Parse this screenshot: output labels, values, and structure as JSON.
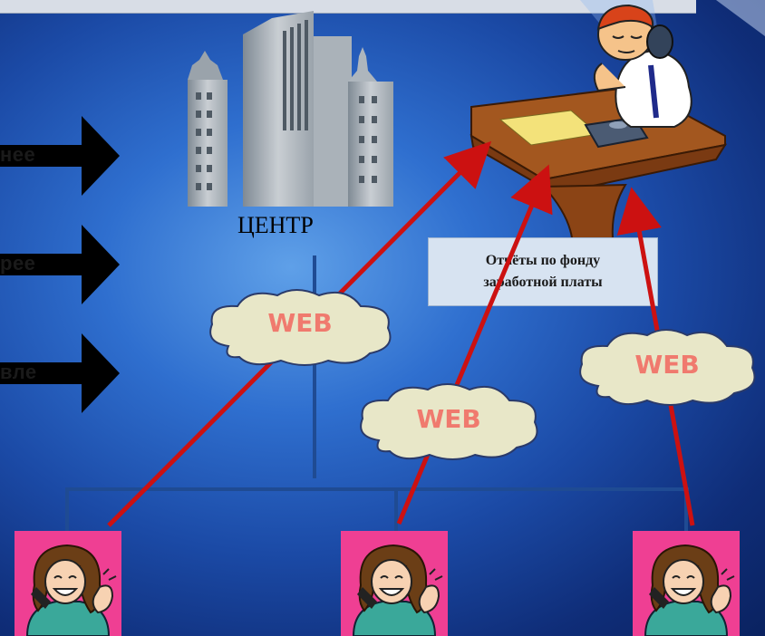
{
  "labels": {
    "arrow_1": "нее",
    "arrow_2": "рее",
    "arrow_3": "вле",
    "center": "ЦЕНТР",
    "callout_line_1": "Отчёты по фонду",
    "callout_line_2": "заработной платы",
    "cloud_left": "WEB",
    "cloud_middle": "WEB",
    "cloud_right": "WEB"
  },
  "colors": {
    "background": "#2f6fcf",
    "arrow": "#000000",
    "connector": "#cc1111",
    "network_line": "#1f4b93",
    "cloud_fill": "#e8e7c8",
    "web_text": "#f07a6e",
    "callout_fill": "#d7e3f1"
  }
}
